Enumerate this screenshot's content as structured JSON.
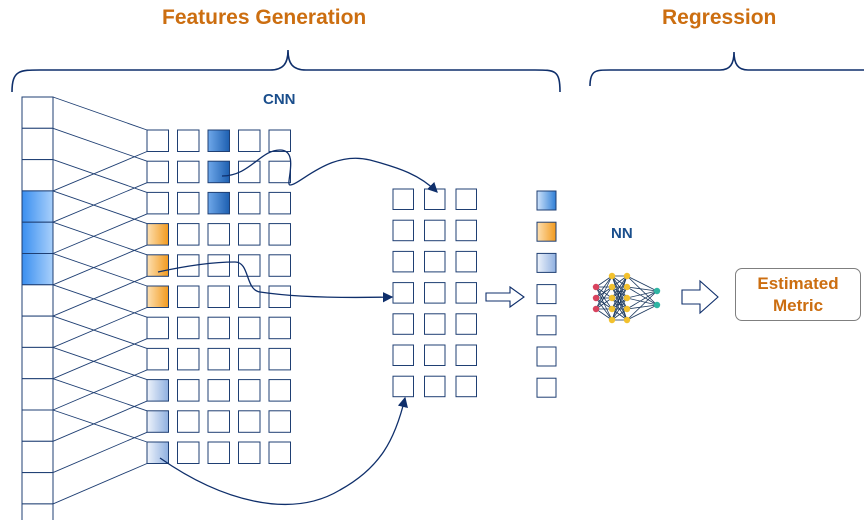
{
  "titles": {
    "features": "Features Generation",
    "regression": "Regression"
  },
  "labels": {
    "cnn": "CNN",
    "nn": "NN",
    "output_line1": "Estimated",
    "output_line2": "Metric"
  },
  "colors": {
    "title": "#cc6e10",
    "label_blue": "#1a4e8c",
    "line": "#0f2f6b",
    "cell_border": "#1f3f73",
    "grad_blue": "#2f7fd6",
    "grad_orange": "#f2a12a",
    "grad_light": "#9ab5e2",
    "output_text": "#cc6e10",
    "nn_nodes": [
      "#d9435e",
      "#f2c12e",
      "#2fb5a3"
    ]
  },
  "icons": {
    "bracket": "curly-brace",
    "hollow_arrow": "hollow-right-arrow",
    "network": "neural-network-icon"
  }
}
